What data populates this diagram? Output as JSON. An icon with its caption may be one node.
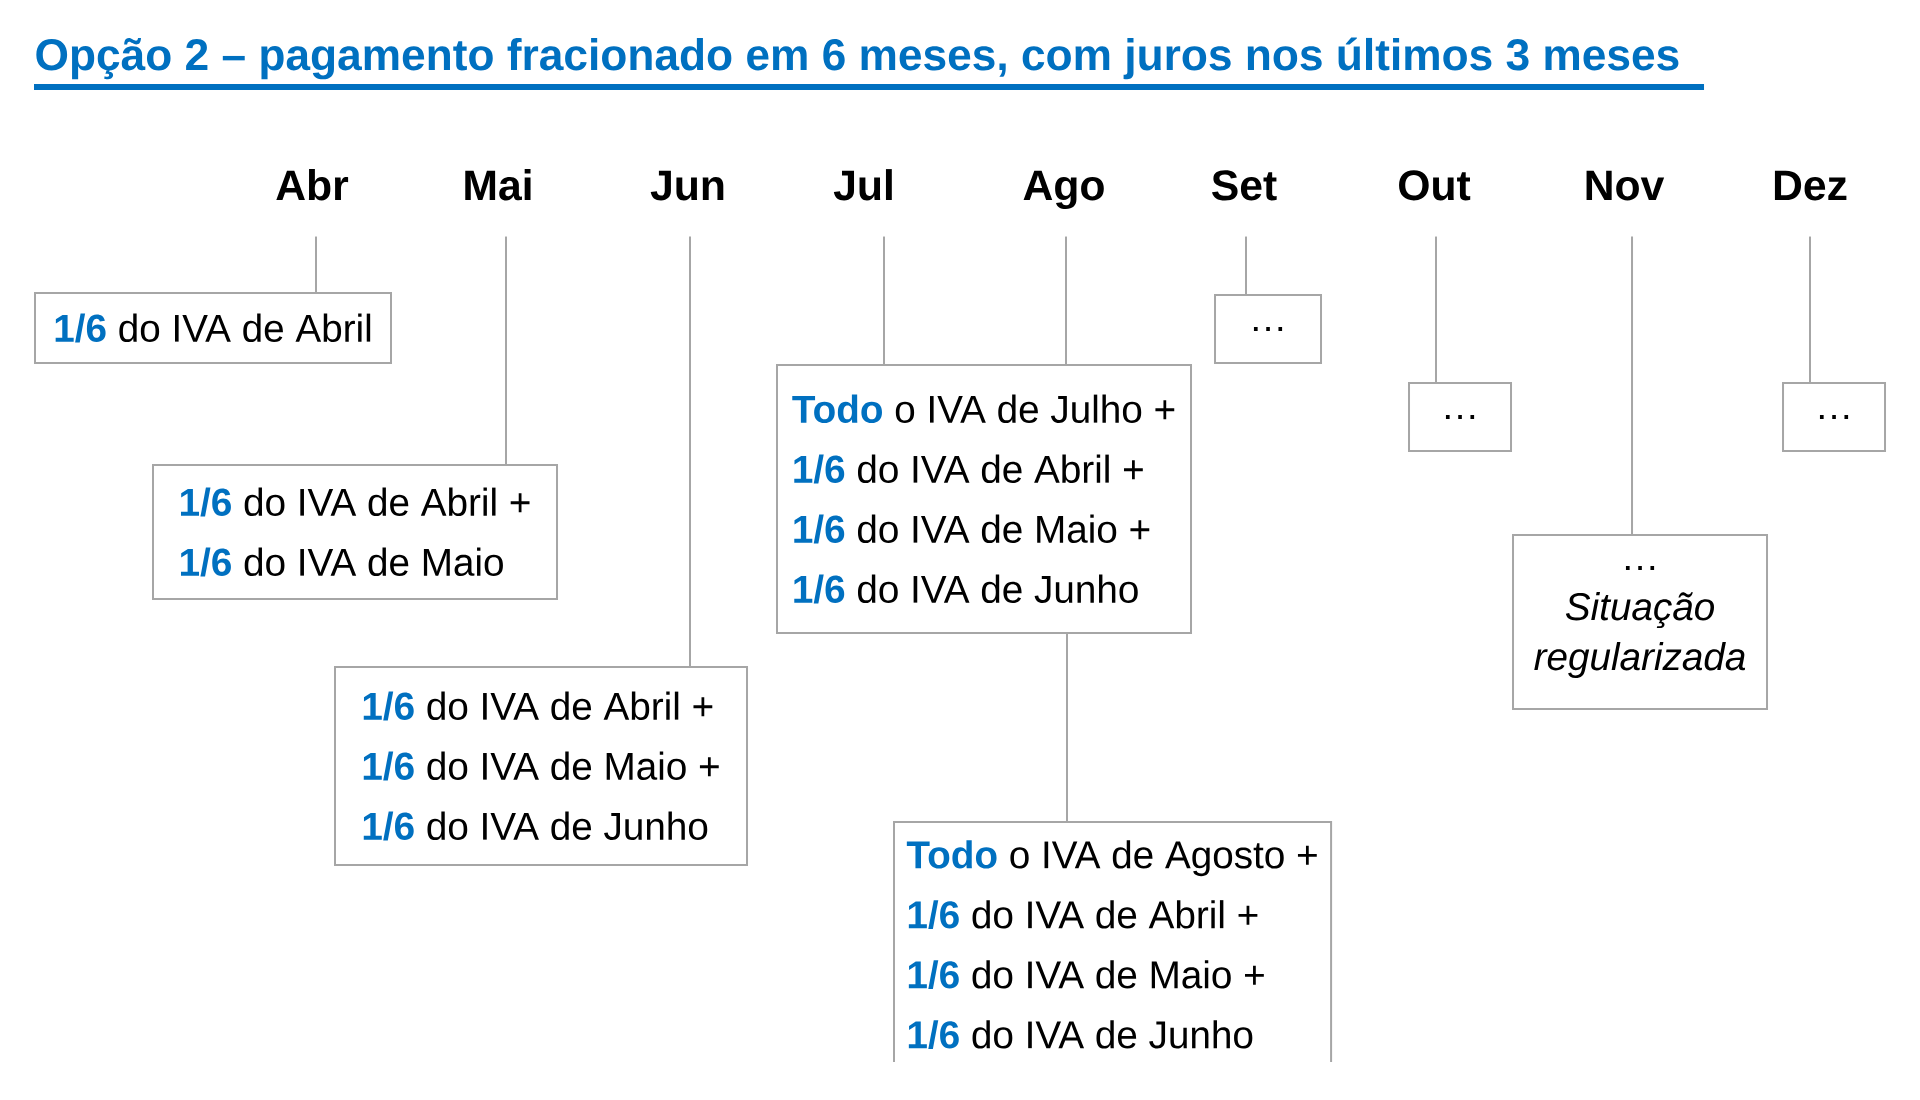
{
  "diagram": {
    "title": "Opção 2 – pagamento fracionado em 6 meses, com juros nos últimos 3 meses",
    "nodes": [
      {
        "text": [
          "Abr"
        ]
      },
      {
        "text": [
          "Mai"
        ]
      },
      {
        "text": [
          "Jun"
        ]
      },
      {
        "text": [
          "Jul"
        ]
      },
      {
        "text": [
          "Ago"
        ]
      },
      {
        "text": [
          "Set"
        ]
      },
      {
        "text": [
          "Out"
        ]
      },
      {
        "text": [
          "Nov"
        ]
      },
      {
        "text": [
          "Dez"
        ]
      },
      {
        "text": [
          "**1/6** do IVA de Abril"
        ]
      },
      {
        "text": [
          "**1/6** do IVA de Abril +",
          "**1/6** do IVA de Maio"
        ]
      },
      {
        "text": [
          "**1/6** do IVA de Abril +",
          "**1/6** do IVA de Maio +",
          "**1/6** do IVA de Junho"
        ]
      },
      {
        "text": [
          "**Todo** o IVA de Julho +",
          "**1/6** do IVA de Abril +",
          "**1/6** do IVA de Maio +",
          "**1/6** do IVA de Junho"
        ]
      },
      {
        "text": [
          "**Todo** o IVA de Agosto +",
          "**1/6** do IVA de Abril +",
          "**1/6** do IVA de Maio +",
          "**1/6** do IVA de Junho"
        ]
      },
      {
        "text": [
          "…"
        ]
      },
      {
        "text": [
          "…"
        ]
      },
      {
        "text": [
          "…",
          "Situação regularizada"
        ]
      },
      {
        "text": [
          "…"
        ]
      }
    ],
    "edges": [
      {
        "from": 0,
        "to": 9,
        "arrow": "none"
      },
      {
        "from": 1,
        "to": 10,
        "arrow": "none"
      },
      {
        "from": 2,
        "to": 11,
        "arrow": "none"
      },
      {
        "from": 3,
        "to": 12,
        "arrow": "none"
      },
      {
        "from": 4,
        "to": 12,
        "arrow": "none"
      },
      {
        "from": 12,
        "to": 13,
        "arrow": "none"
      },
      {
        "from": 5,
        "to": 14,
        "arrow": "none"
      },
      {
        "from": 6,
        "to": 15,
        "arrow": "none"
      },
      {
        "from": 7,
        "to": 16,
        "arrow": "none"
      },
      {
        "from": 8,
        "to": 17,
        "arrow": "none"
      }
    ]
  }
}
